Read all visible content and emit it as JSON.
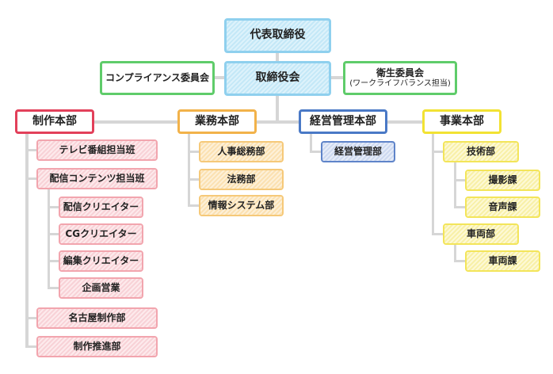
{
  "org": {
    "ceo": "代表取締役",
    "board": "取締役会",
    "compliance": "コンプライアンス委員会",
    "health": {
      "title": "衛生委員会",
      "sub": "(ワークライフバランス担当)"
    },
    "production": {
      "title": "制作本部",
      "tv": "テレビ番組担当班",
      "streaming": "配信コンテンツ担当班",
      "stream_creator": "配信クリエイター",
      "cg_creator": "CGクリエイター",
      "edit_creator": "編集クリエイター",
      "planning_sales": "企画営業",
      "nagoya": "名古屋制作部",
      "promotion": "制作推進部"
    },
    "operations": {
      "title": "業務本部",
      "hr": "人事総務部",
      "legal": "法務部",
      "it": "情報システム部"
    },
    "management": {
      "title": "経営管理本部",
      "dept": "経営管理部"
    },
    "business": {
      "title": "事業本部",
      "tech": "技術部",
      "filming": "撮影課",
      "audio": "音声課",
      "vehicle": "車両部",
      "vehicle_section": "車両課"
    }
  }
}
